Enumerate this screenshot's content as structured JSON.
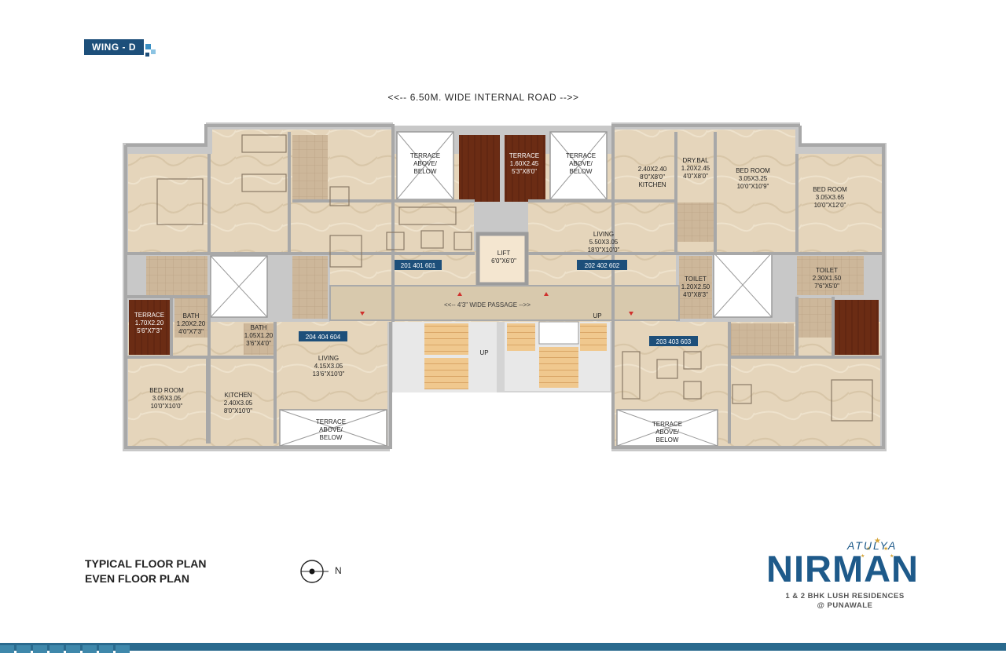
{
  "wing_label": "WING - D",
  "road_label": "<<-- 6.50M. WIDE INTERNAL ROAD -->>",
  "passage_label": "<<-- 4'3\" WIDE PASSAGE -->>",
  "plan_titles": [
    "TYPICAL FLOOR PLAN",
    "EVEN FLOOR PLAN"
  ],
  "compass_label": "N",
  "brand": {
    "script": "ATULYA",
    "word": "NIRMAN",
    "tagline_1": "1 & 2 BHK LUSH RESIDENCES",
    "tagline_2": "@ PUNAWALE"
  },
  "units": [
    "201  401  601",
    "202  402  602",
    "204  404  604",
    "203  403  603"
  ],
  "rooms": [
    {
      "id": "terrace-top-left",
      "lines": [
        "TERRACE",
        "ABOVE/",
        "BELOW"
      ]
    },
    {
      "id": "terrace-top-mid",
      "lines": [
        "TERRACE",
        "1.60X2.45",
        "5'3\"X8'0\""
      ]
    },
    {
      "id": "terrace-top-right",
      "lines": [
        "TERRACE",
        "ABOVE/",
        "BELOW"
      ]
    },
    {
      "id": "kitchen-top-right",
      "lines": [
        "2.40X2.40",
        "8'0\"X8'0\"",
        "KITCHEN"
      ]
    },
    {
      "id": "dry-bal",
      "lines": [
        "DRY.BAL",
        "1.20X2.45",
        "4'0\"X8'0\""
      ]
    },
    {
      "id": "bedroom-top-right-1",
      "lines": [
        "BED ROOM",
        "3.05X3.25",
        "10'0\"X10'9\""
      ]
    },
    {
      "id": "bedroom-top-right-2",
      "lines": [
        "BED ROOM",
        "3.05X3.65",
        "10'0\"X12'0\""
      ]
    },
    {
      "id": "living-top-right",
      "lines": [
        "LIVING",
        "5.50X3.05",
        "18'0\"X10'0\""
      ]
    },
    {
      "id": "lift",
      "lines": [
        "LIFT",
        "6'0\"X6'0\""
      ]
    },
    {
      "id": "toilet-mid-right",
      "lines": [
        "TOILET",
        "1.20X2.50",
        "4'0\"X8'3\""
      ]
    },
    {
      "id": "toilet-right",
      "lines": [
        "TOILET",
        "2.30X1.50",
        "7'6\"X5'0\""
      ]
    },
    {
      "id": "terrace-left",
      "lines": [
        "TERRACE",
        "1.70X2.20",
        "5'6\"X7'3\""
      ]
    },
    {
      "id": "bath-left-1",
      "lines": [
        "BATH",
        "1.20X2.20",
        "4'0\"X7'3\""
      ]
    },
    {
      "id": "bath-left-2",
      "lines": [
        "BATH",
        "1.05X1.20",
        "3'6\"X4'0\""
      ]
    },
    {
      "id": "living-bottom-left",
      "lines": [
        "LIVING",
        "4.15X3.05",
        "13'6\"X10'0\""
      ]
    },
    {
      "id": "bedroom-bottom-left",
      "lines": [
        "BED ROOM",
        "3.05X3.05",
        "10'0\"X10'0\""
      ]
    },
    {
      "id": "kitchen-bottom-left",
      "lines": [
        "KITCHEN",
        "2.40X3.05",
        "8'0\"X10'0\""
      ]
    },
    {
      "id": "terrace-bottom-left",
      "lines": [
        "TERRACE",
        "ABOVE/",
        "BELOW"
      ]
    },
    {
      "id": "terrace-bottom-right",
      "lines": [
        "TERRACE",
        "ABOVE/",
        "BELOW"
      ]
    }
  ],
  "stair_labels": [
    "UP",
    "UP"
  ],
  "colors": {
    "floor": "#e6d6bc",
    "wall": "#b9b9b9",
    "terrace_wood": "#6b2c14",
    "unit_tag": "#1d4f7a",
    "brand_blue": "#1e5a8a",
    "footer": "#2a6a8e"
  }
}
